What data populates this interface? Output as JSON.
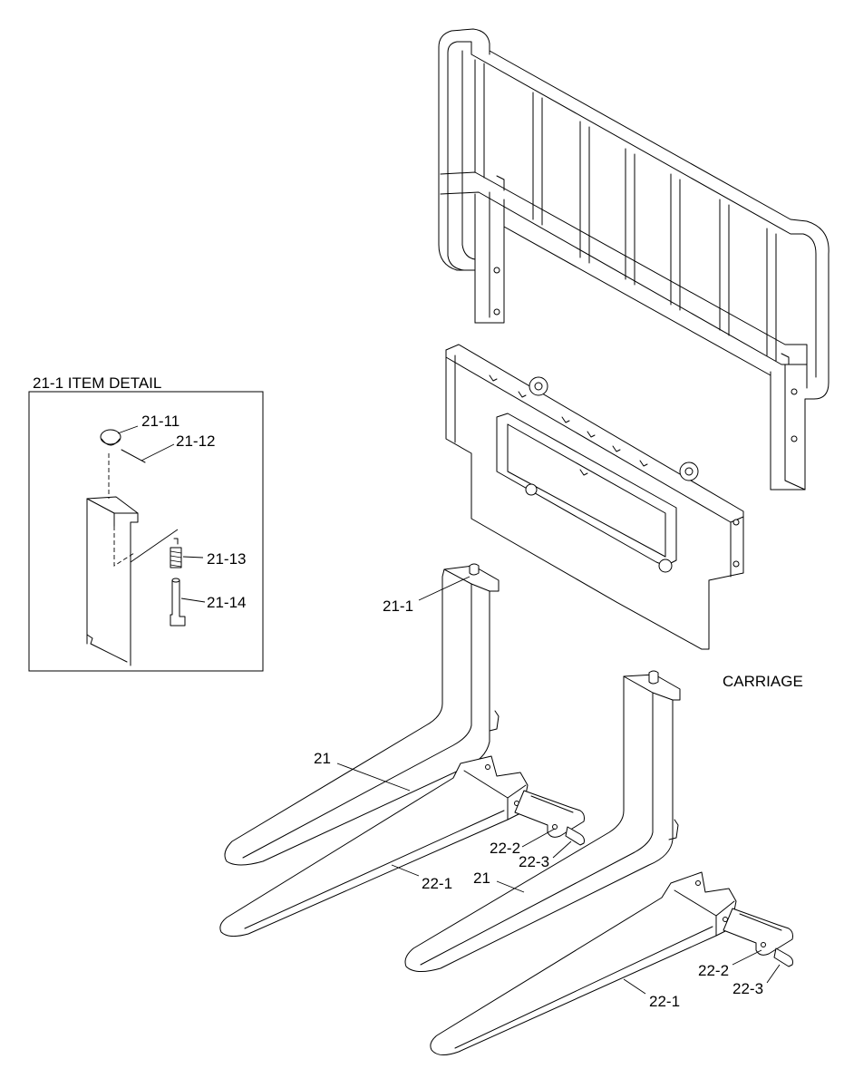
{
  "detail_box": {
    "title": "21-1 ITEM DETAIL"
  },
  "labels": {
    "l21_11": "21-11",
    "l21_12": "21-12",
    "l21_13": "21-13",
    "l21_14": "21-14",
    "l21_1": "21-1",
    "carriage": "CARRIAGE",
    "l21_left": "21",
    "l21_right": "21",
    "l22_1_left": "22-1",
    "l22_1_right": "22-1",
    "l22_2_left": "22-2",
    "l22_3_left": "22-3",
    "l22_2_right": "22-2",
    "l22_3_right": "22-3"
  },
  "colors": {
    "line": "#000000",
    "background": "#ffffff"
  }
}
